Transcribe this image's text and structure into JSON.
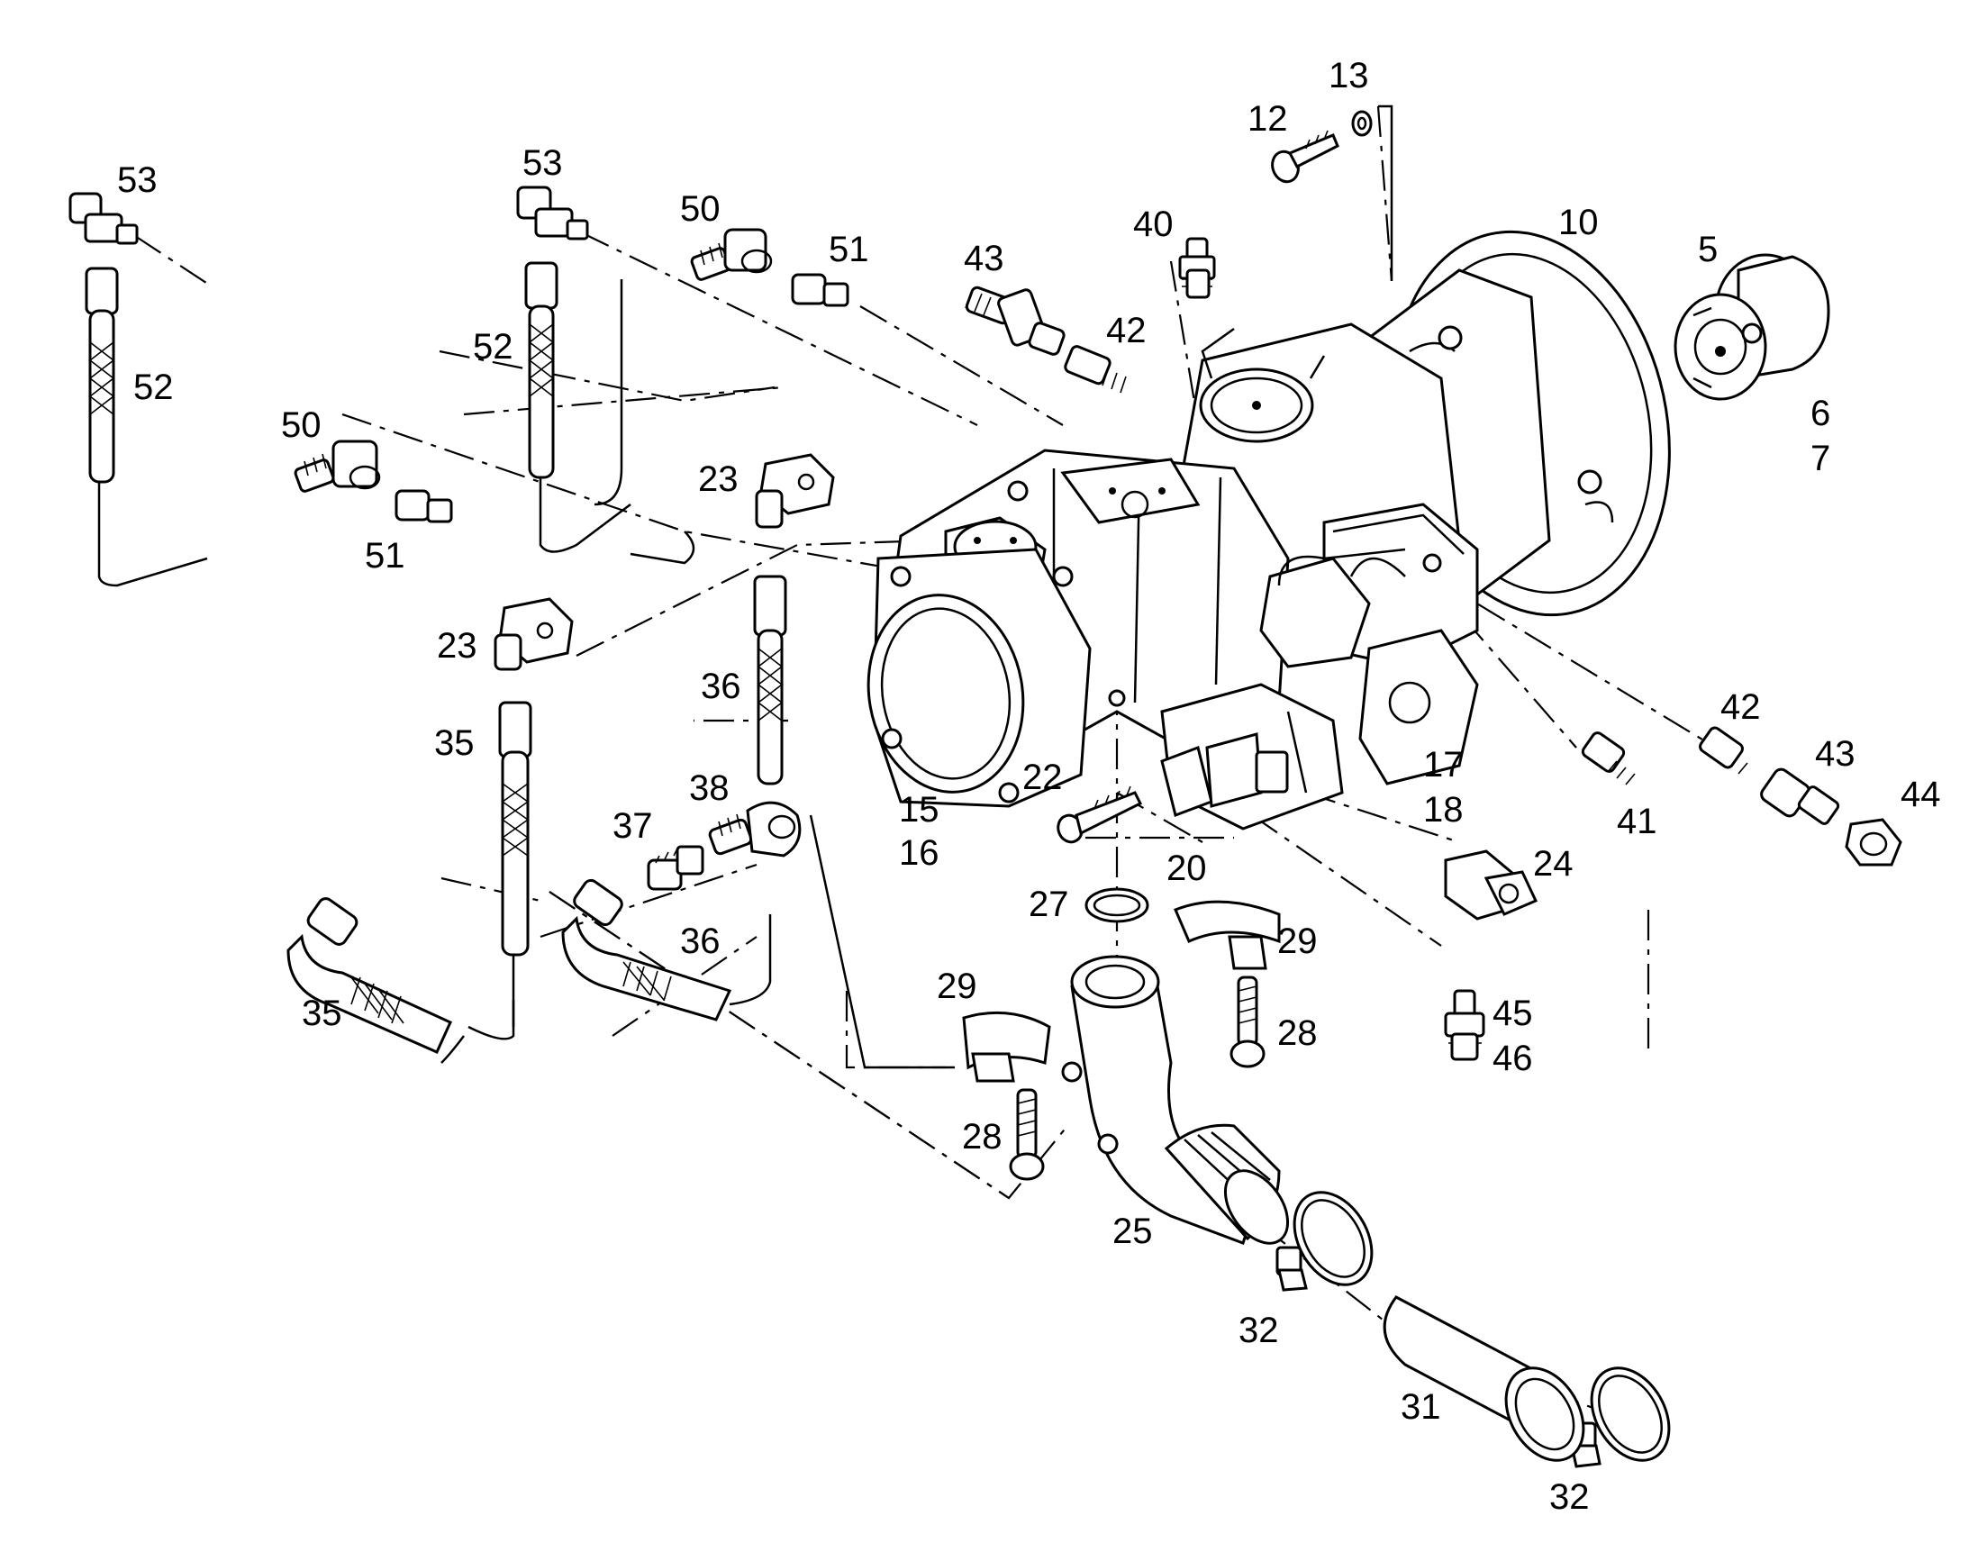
{
  "diagram": {
    "callouts": [
      {
        "id": "c13",
        "text": "13"
      },
      {
        "id": "c12",
        "text": "12"
      },
      {
        "id": "c53a",
        "text": "53"
      },
      {
        "id": "c53b",
        "text": "53"
      },
      {
        "id": "c50a",
        "text": "50"
      },
      {
        "id": "c51a",
        "text": "51"
      },
      {
        "id": "c43a",
        "text": "43"
      },
      {
        "id": "c40",
        "text": "40"
      },
      {
        "id": "c10",
        "text": "10"
      },
      {
        "id": "c5",
        "text": "5"
      },
      {
        "id": "c52a",
        "text": "52"
      },
      {
        "id": "c52b",
        "text": "52"
      },
      {
        "id": "c42a",
        "text": "42"
      },
      {
        "id": "c6",
        "text": "6"
      },
      {
        "id": "c7",
        "text": "7"
      },
      {
        "id": "c50b",
        "text": "50"
      },
      {
        "id": "c23a",
        "text": "23"
      },
      {
        "id": "c51b",
        "text": "51"
      },
      {
        "id": "c23b",
        "text": "23"
      },
      {
        "id": "c36a",
        "text": "36"
      },
      {
        "id": "c35a",
        "text": "35"
      },
      {
        "id": "c42b",
        "text": "42"
      },
      {
        "id": "c43b",
        "text": "43"
      },
      {
        "id": "c44",
        "text": "44"
      },
      {
        "id": "c17",
        "text": "17"
      },
      {
        "id": "c18",
        "text": "18"
      },
      {
        "id": "c15",
        "text": "15"
      },
      {
        "id": "c16",
        "text": "16"
      },
      {
        "id": "c22",
        "text": "22"
      },
      {
        "id": "c38",
        "text": "38"
      },
      {
        "id": "c37",
        "text": "37"
      },
      {
        "id": "c41",
        "text": "41"
      },
      {
        "id": "c24",
        "text": "24"
      },
      {
        "id": "c20",
        "text": "20"
      },
      {
        "id": "c27",
        "text": "27"
      },
      {
        "id": "c36b",
        "text": "36"
      },
      {
        "id": "c29a",
        "text": "29"
      },
      {
        "id": "c29b",
        "text": "29"
      },
      {
        "id": "c45",
        "text": "45"
      },
      {
        "id": "c46",
        "text": "46"
      },
      {
        "id": "c35b",
        "text": "35"
      },
      {
        "id": "c28a",
        "text": "28"
      },
      {
        "id": "c28b",
        "text": "28"
      },
      {
        "id": "c25",
        "text": "25"
      },
      {
        "id": "c32a",
        "text": "32"
      },
      {
        "id": "c31",
        "text": "31"
      },
      {
        "id": "c32b",
        "text": "32"
      }
    ]
  }
}
